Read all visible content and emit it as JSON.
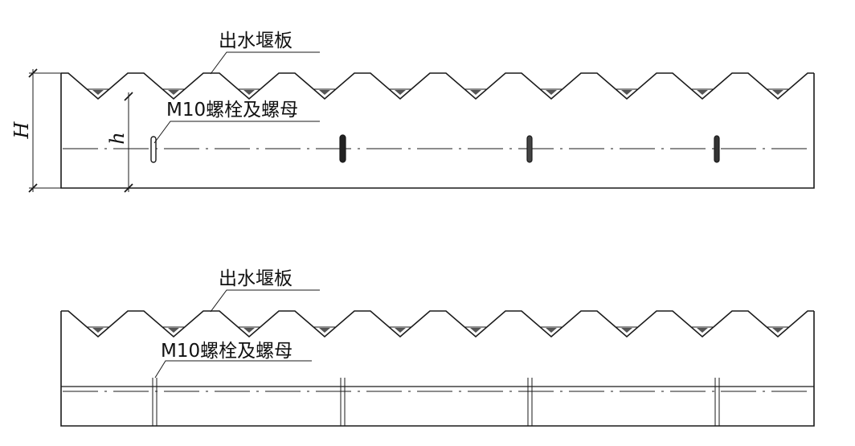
{
  "elevation": {
    "weir_label": "出水堰板",
    "bolt_label": "M10螺栓及螺母",
    "dim_H": "H",
    "dim_h": "h"
  },
  "section": {
    "weir_label": "出水堰板",
    "bolt_label": "M10螺栓及螺母"
  },
  "counts": {
    "notches": 10,
    "bolts": 4
  },
  "colors": {
    "line": "#1a1a1a",
    "water": "#555555",
    "background": "#ffffff"
  }
}
